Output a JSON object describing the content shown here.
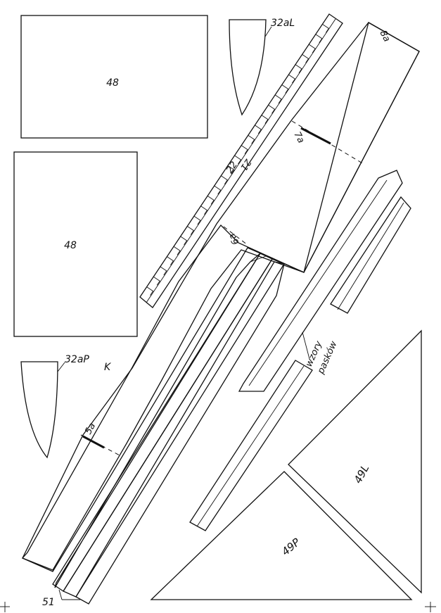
{
  "sheet": {
    "labels": {
      "part_48_top": "48",
      "part_48_bottom": "48",
      "part_32aL": "32aL",
      "part_32aP": "32aP",
      "part_8a": "8a",
      "part_7a": "7a",
      "part_6a": "6a",
      "part_5a": "5a",
      "part_K": "K",
      "part_22": "22",
      "part_21": "21",
      "part_51": "51",
      "part_49L": "49L",
      "part_49P": "49P",
      "strip_label_line1": "wzory",
      "strip_label_line2": "pasków"
    }
  }
}
